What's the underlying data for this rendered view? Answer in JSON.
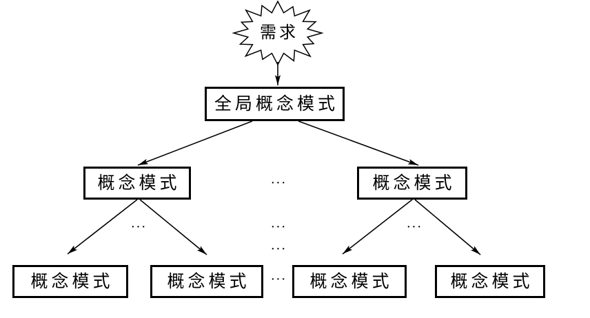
{
  "diagram": {
    "requirement": {
      "label": "需求"
    },
    "global_schema": {
      "label": "全局概念模式"
    },
    "level2": [
      {
        "label": "概念模式"
      },
      {
        "label": "概念模式"
      }
    ],
    "level3": [
      {
        "label": "概念模式"
      },
      {
        "label": "概念模式"
      },
      {
        "label": "概念模式"
      },
      {
        "label": "概念模式"
      }
    ],
    "ellipses": [
      "···",
      "···",
      "···",
      "···",
      "···",
      "···"
    ]
  },
  "colors": {
    "ink": "#000000",
    "paper": "#ffffff"
  }
}
